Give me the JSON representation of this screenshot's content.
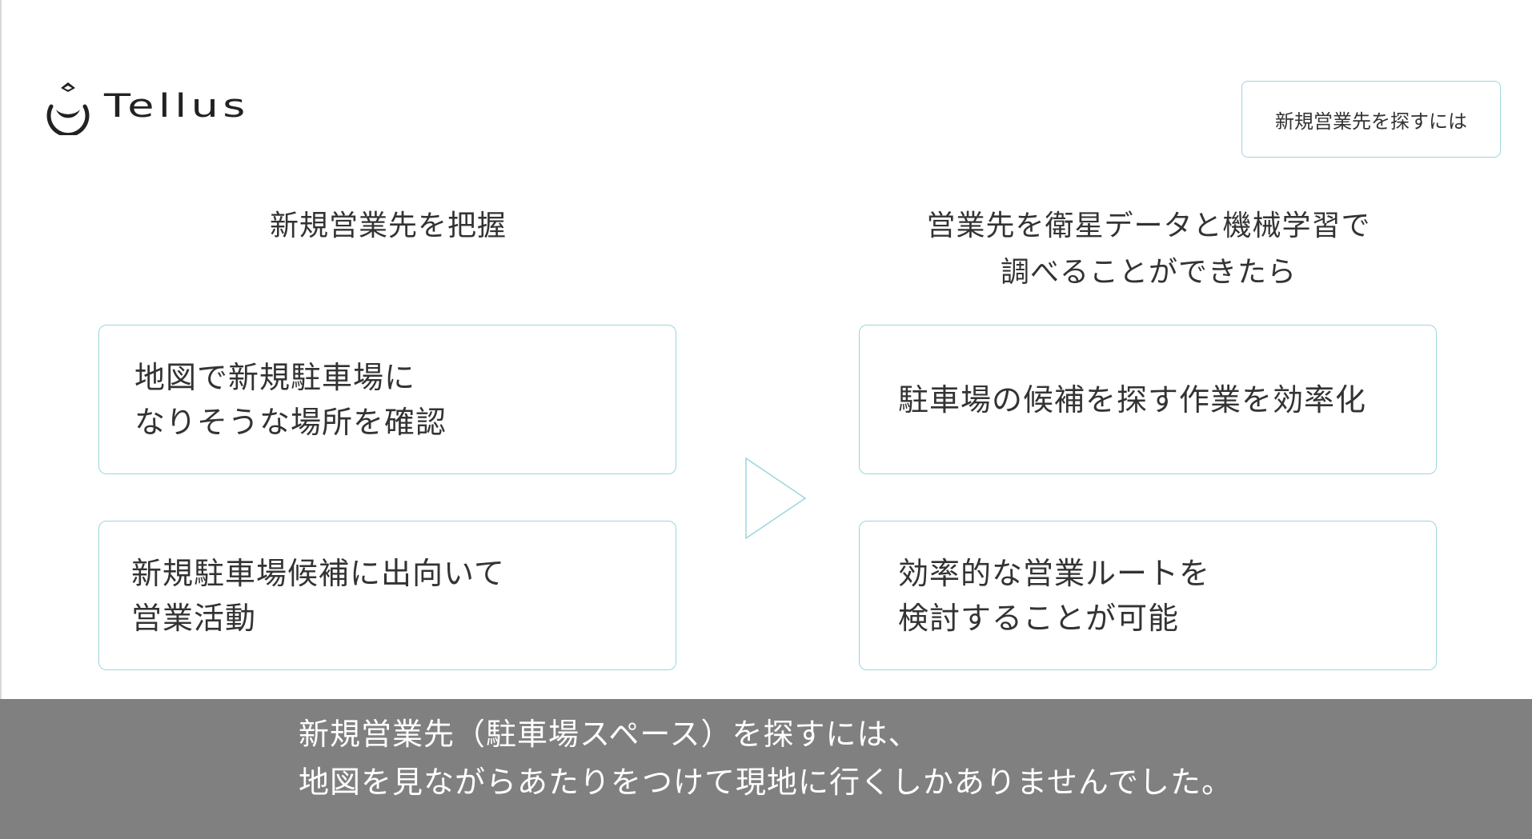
{
  "logo": {
    "text": "Tellus"
  },
  "header": {
    "tag_label": "新規営業先を探すには"
  },
  "left_column": {
    "heading": "新規営業先を把握",
    "cards": [
      {
        "lines": [
          "地図で新規駐車場に",
          "なりそうな場所を確認"
        ]
      },
      {
        "lines": [
          "新規駐車場候補に出向いて",
          "営業活動"
        ]
      }
    ]
  },
  "right_column": {
    "heading_lines": [
      "営業先を衛星データと機械学習で",
      "調べることができたら"
    ],
    "cards": [
      {
        "lines": [
          "駐車場の候補を探す作業を効率化"
        ]
      },
      {
        "lines": [
          "効率的な営業ルートを",
          "検討することが可能"
        ]
      }
    ]
  },
  "caption": {
    "lines": [
      "新規営業先（駐車場スペース）を探すには、",
      "地図を見ながらあたりをつけて現地に行くしかありませんでした。"
    ]
  },
  "colors": {
    "accent_border": "#9bd6dc",
    "caption_background": "#808080",
    "text": "#333333"
  }
}
